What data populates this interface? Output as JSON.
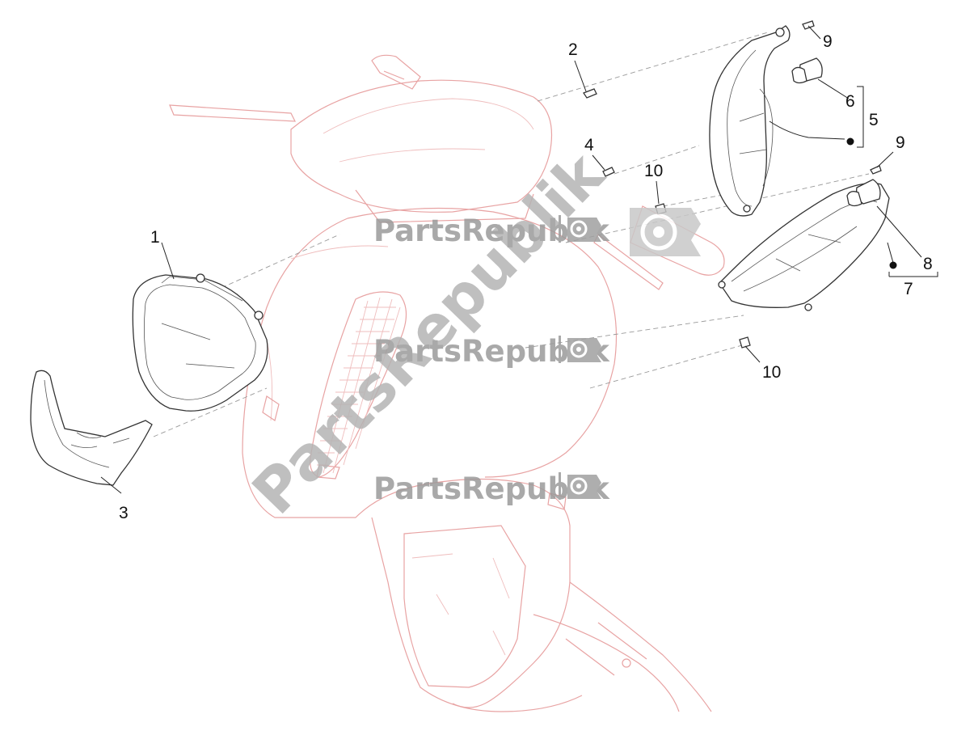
{
  "diagram": {
    "callouts": {
      "c1": "1",
      "c2": "2",
      "c3": "3",
      "c4": "4",
      "c5": "5",
      "c6": "6",
      "c7": "7",
      "c8": "8",
      "c9a": "9",
      "c9b": "9",
      "c10a": "10",
      "c10b": "10"
    }
  },
  "watermark": {
    "brand": "PartsRepublik",
    "diagonal": "PartsRepublik",
    "icon": "gear-flag-icon",
    "color": "#9a9a9a"
  },
  "colors": {
    "ghost_outline": "#e8a3a3",
    "part_outline": "#333333"
  }
}
